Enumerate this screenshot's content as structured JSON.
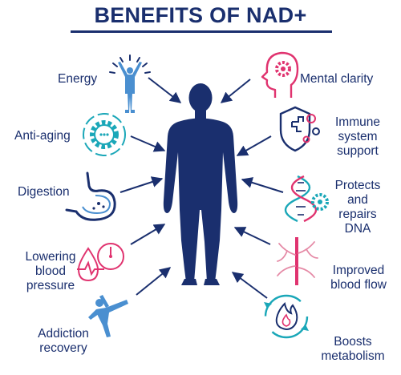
{
  "title": "BENEFITS OF NAD+",
  "colors": {
    "navy": "#1a2f6e",
    "sky": "#4a8fd0",
    "teal": "#1aa7b8",
    "magenta": "#e0336f",
    "pink": "#e58aa6"
  },
  "benefits": {
    "energy": {
      "label": "Energy",
      "icon": "person-energy-icon"
    },
    "anti_aging": {
      "label": "Anti-aging",
      "icon": "gear-cycle-icon"
    },
    "digestion": {
      "label": "Digestion",
      "icon": "stomach-icon"
    },
    "blood_pressure": {
      "line1": "Lowering",
      "line2": "blood",
      "line3": "pressure",
      "icon": "blood-pressure-icon"
    },
    "addiction": {
      "line1": "Addiction",
      "line2": "recovery",
      "icon": "martial-arts-kick-icon"
    },
    "mental": {
      "label": "Mental clarity",
      "icon": "head-gear-icon"
    },
    "immune": {
      "line1": "Immune",
      "line2": "system",
      "line3": "support",
      "icon": "shield-virus-icon"
    },
    "dna": {
      "line1": "Protects",
      "line2": "and",
      "line3": "repairs",
      "line4": "DNA",
      "icon": "dna-gear-icon"
    },
    "blood_flow": {
      "line1": "Improved",
      "line2": "blood flow",
      "icon": "blood-vessel-icon"
    },
    "metabolism": {
      "line1": "Boosts",
      "line2": "metabolism",
      "icon": "flame-cycle-icon"
    }
  }
}
